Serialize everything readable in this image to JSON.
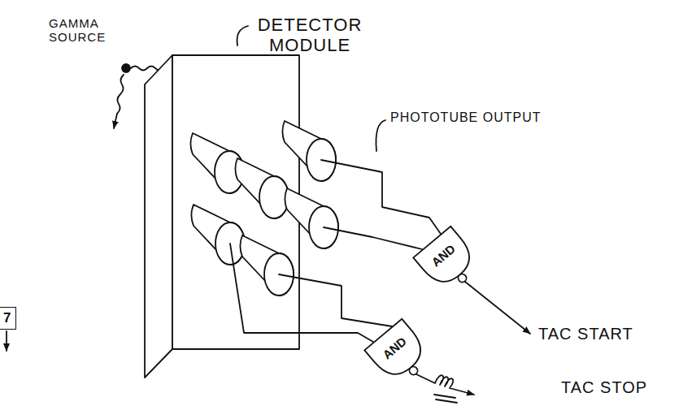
{
  "diagram": {
    "nodes": [
      {
        "text": [
          "AND"
        ]
      },
      {
        "text": [
          "7"
        ]
      },
      {
        "text": [
          "AND"
        ]
      }
    ],
    "labels": [
      "GAMMA SOURCE",
      "DETECTOR MODULE",
      "PHOTOTUBE OUTPUT",
      "TAC START",
      "TAC STOP"
    ]
  }
}
